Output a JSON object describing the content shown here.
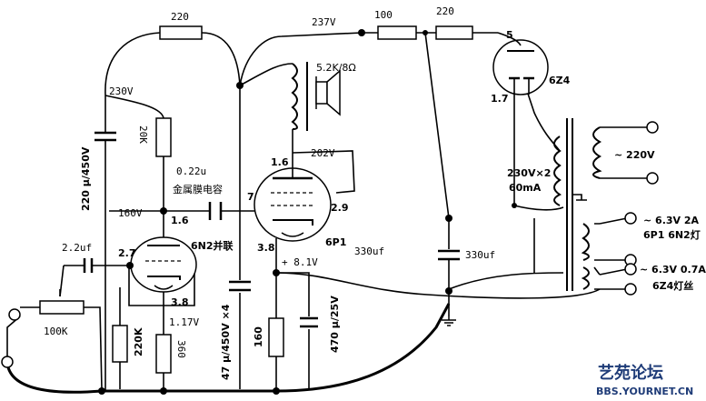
{
  "labels": {
    "r_top": "220",
    "v_237": "237V",
    "r_100": "100",
    "r_220b": "220",
    "pin5": "5",
    "v_230": "230V",
    "spk_imp": "5.2K/8Ω",
    "r_20k": "20K",
    "c_022": "0.22u",
    "c_film": "金属膜电容",
    "v_202": "202V",
    "pin16a": "1.6",
    "pin7": "7",
    "pin29": "2.9",
    "v_160": "160V",
    "pin16b": "1.6",
    "c_22uf": "2.2uf",
    "pin27": "2.7",
    "tube_6n2": "6N2并联",
    "pin38a": "3.8",
    "pin38b": "3.8",
    "tube_6p1": "6P1",
    "v_81": "+ 8.1V",
    "c_330a": "330uf",
    "c_330b": "330uf",
    "r_100k": "100K",
    "v_117": "1.17V",
    "r_360": "360",
    "r_220k": "220K",
    "r_160": "160",
    "cap_470": "470 μ/25V",
    "cap_47": "47 μ/450V ×4",
    "cap_220": "220 μ/450V",
    "pin17": "1.7",
    "tube_6z4": "6Z4",
    "ac_220": "~ 220V",
    "sec_230": "230V×2",
    "sec_60ma": "60mA",
    "h_63a": "~ 6.3V  2A",
    "h_6p1": "6P1  6N2灯",
    "h_63b": "~ 6.3V  0.7A",
    "h_6z4": "6Z4灯丝"
  },
  "watermark": {
    "name": "艺苑论坛",
    "url": "BBS.YOURNET.CN"
  },
  "colors": {
    "ink": "#000000",
    "watermark": "#1f3c78",
    "background": "#ffffff"
  }
}
